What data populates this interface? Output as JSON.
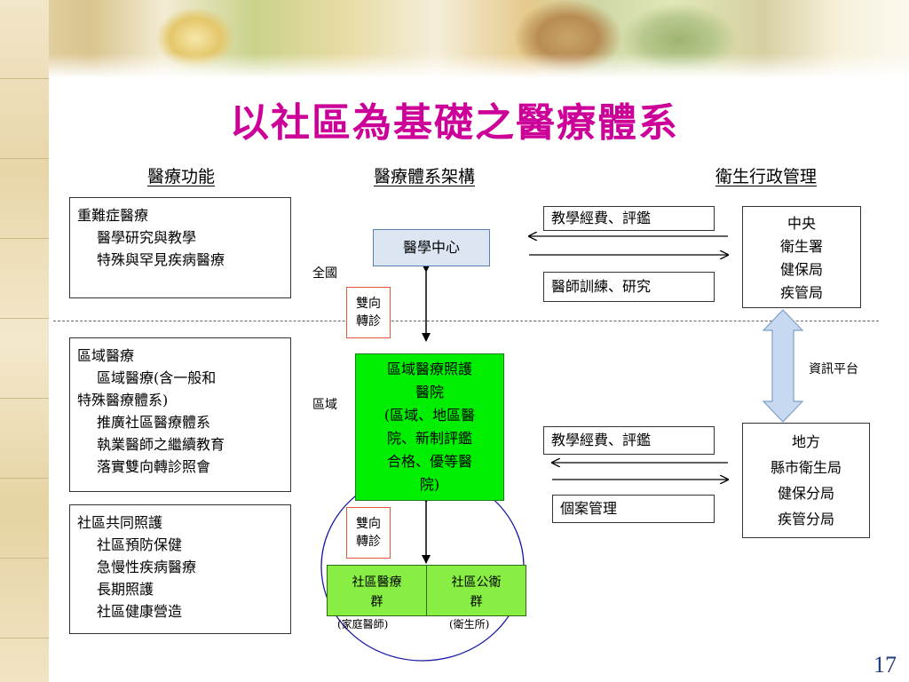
{
  "title": "以社區為基礎之醫療體系",
  "column_headers": {
    "function": "醫療功能",
    "structure": "醫療體系架構",
    "admin": "衛生行政管理"
  },
  "functions": [
    {
      "heading": "重難症醫療",
      "items": [
        "醫學研究與教學",
        "特殊與罕見疾病醫療"
      ]
    },
    {
      "heading": "區域醫療",
      "items": [
        "區域醫療(含一般和",
        "特殊醫療體系)",
        "推廣社區醫療體系",
        "執業醫師之繼續教育",
        "落實雙向轉診照會"
      ]
    },
    {
      "heading": "社區共同照護",
      "items": [
        "社區預防保健",
        "急慢性疾病醫療",
        "長期照護",
        "社區健康營造"
      ]
    }
  ],
  "levels": {
    "national": "全國",
    "regional": "區域"
  },
  "structure": {
    "medical_center": "醫學中心",
    "referral_top": [
      "雙向",
      "轉診"
    ],
    "regional_hospital": [
      "區域醫療照護",
      "醫院",
      "(區域、地區醫",
      "院、新制評鑑",
      "合格、優等醫",
      "院)"
    ],
    "referral_bottom": [
      "雙向",
      "轉診"
    ],
    "community_medical": [
      "社區醫療",
      "群"
    ],
    "community_medical_note": "(家庭醫師)",
    "community_health": [
      "社區公衛",
      "群"
    ],
    "community_health_note": "(衛生所)"
  },
  "links": {
    "top_1": "教學經費、評鑑",
    "top_2": "醫師訓練、研究",
    "bottom_1": "教學經費、評鑑",
    "bottom_2": "個案管理",
    "info_platform": "資訊平台"
  },
  "admin": {
    "central": [
      "中央",
      "衛生署",
      "健保局",
      "疾管局"
    ],
    "local": [
      "地方",
      "縣市衛生局",
      "健保分局",
      "疾管分局"
    ]
  },
  "page_number": "17",
  "colors": {
    "title": "#cc0099",
    "medical_center_fill": "#dce6f2",
    "regional_fill": "#00ee00",
    "community_fill": "#88ee44",
    "circle": "#1a1aa6",
    "arrow_fill": "#c6d9f1",
    "referral_border": "#e05a3a"
  }
}
